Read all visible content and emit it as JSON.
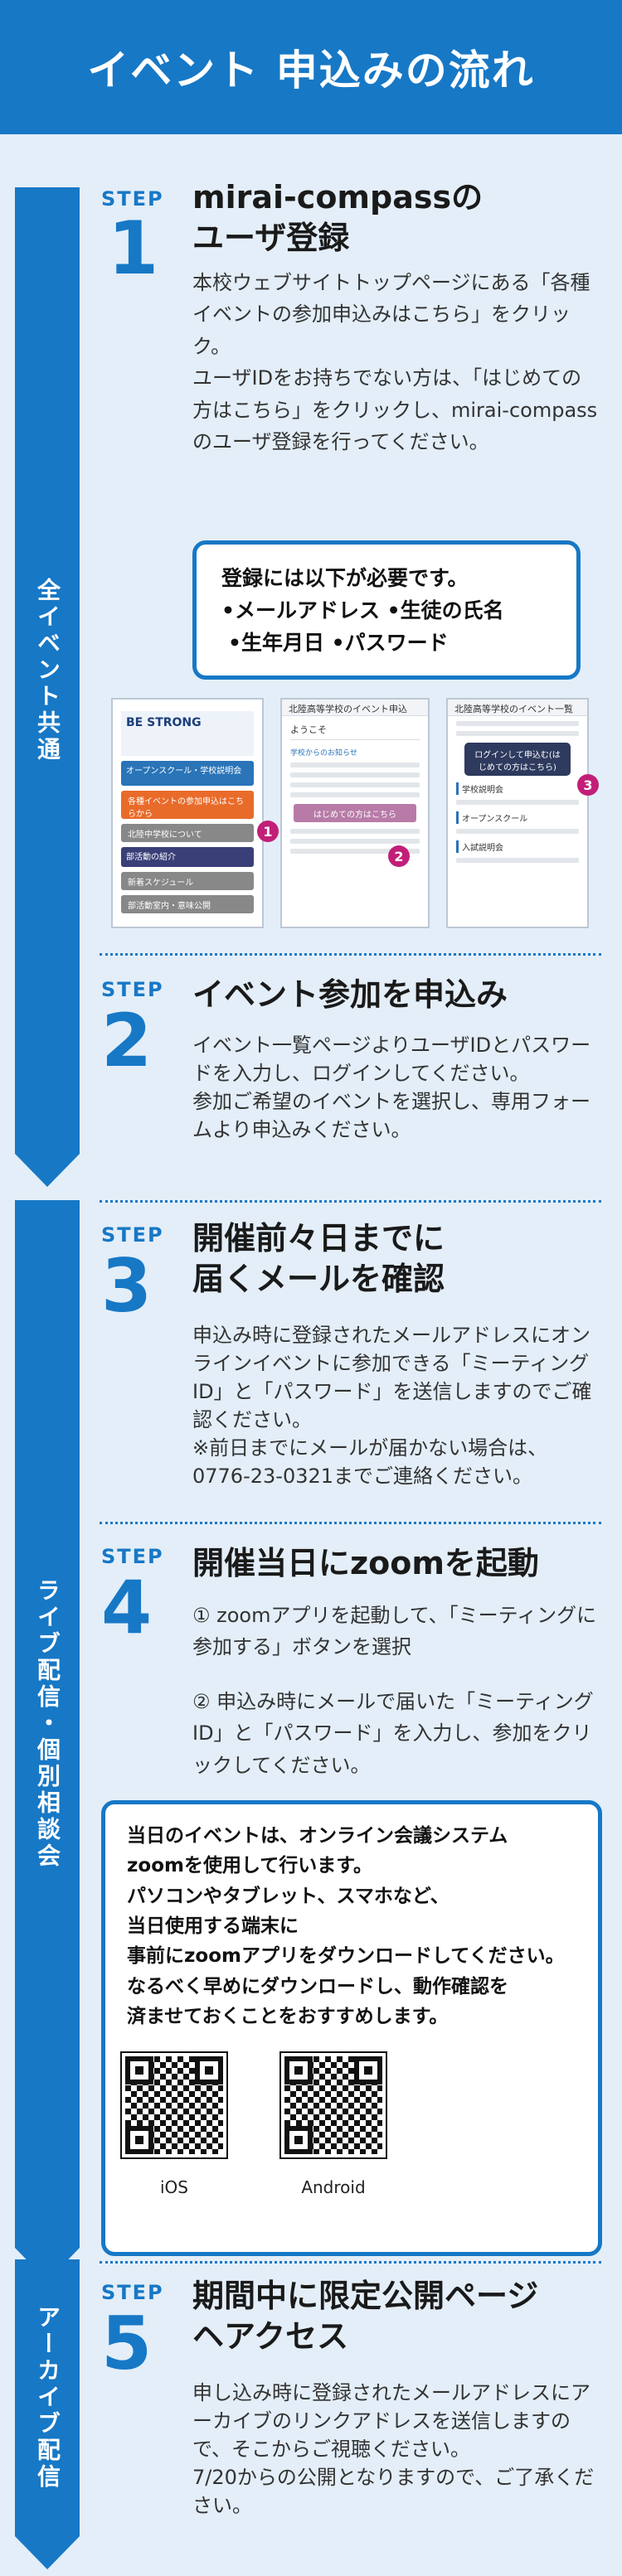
{
  "header": {
    "title": "イベント 申込みの流れ"
  },
  "bands": [
    {
      "label": "全イベント共通"
    },
    {
      "label": "ライブ配信・個別相談会"
    },
    {
      "label": "アーカイブ配信"
    }
  ],
  "steps": [
    {
      "tag": "STEP",
      "num": "1",
      "title": "mirai-compassの\nユーザ登録",
      "body": "本校ウェブサイトトップページにある「各種イベントの参加申込みはこちら」をクリック。\nユーザIDをお持ちでない方は、「はじめての方はこちら」をクリックし、mirai-compassのユーザ登録を行ってください。"
    },
    {
      "tag": "STEP",
      "num": "2",
      "title": "イベント参加を申込み",
      "body": "イベント一覧ページよりユーザIDとパスワードを入力し、ログインしてください。\n参加ご希望のイベントを選択し、専用フォームより申込みください。"
    },
    {
      "tag": "STEP",
      "num": "3",
      "title": "開催前々日までに\n届くメールを確認",
      "body": "申込み時に登録されたメールアドレスにオンラインイベントに参加できる「ミーティングID」と「パスワード」を送信しますのでご確認ください。\n※前日までにメールが届かない場合は、0776-23-0321までご連絡ください。"
    },
    {
      "tag": "STEP",
      "num": "4",
      "title": "開催当日にzoomを起動",
      "body1": "① zoomアプリを起動して、「ミーティングに参加する」ボタンを選択",
      "body2": "② 申込み時にメールで届いた「ミーティングID」と「パスワード」を入力し、参加をクリックしてください。"
    },
    {
      "tag": "STEP",
      "num": "5",
      "title": "期間中に限定公開ページ\nヘアクセス",
      "body": "申し込み時に登録されたメールアドレスにアーカイブのリンクアドレスを送信しますので、そこからご視聴ください。\n7/20からの公開となりますので、ご了承ください。"
    }
  ],
  "requirements": {
    "heading": "登録には以下が必要です。",
    "line1": "•メールアドレス •生徒の氏名",
    "line2": "•生年月日 •パスワード"
  },
  "screenshots": {
    "shot1": {
      "logo": "BE STRONG",
      "btn1": "オープンスクール・学校説明会",
      "btn2": "各種イベントの参加申込はこちらから",
      "btn3": "北陸中学校について",
      "btn4": "部活動の紹介",
      "btn5": "新着スケジュール",
      "btn6": "部活動室内・意味公開"
    },
    "shot2": {
      "title": "北陸高等学校のイベント申込",
      "welcome": "ようこそ",
      "notice": "学校からのお知らせ",
      "button": "はじめての方はこちら"
    },
    "shot3": {
      "title": "北陸高等学校のイベント一覧",
      "button": "ログインして申込む(はじめての方はこちら)",
      "s1": "学校説明会",
      "s2": "オープンスクール",
      "s3": "入試説明会"
    },
    "markers": [
      "1",
      "2",
      "3"
    ]
  },
  "zoom_box": {
    "lines": [
      "当日のイベントは、オンライン会議システム",
      "zoomを使用して行います。",
      "パソコンやタブレット、スマホなど、",
      "当日使用する端末に",
      "事前にzoomアプリをダウンロードしてください。",
      "なるべく早めにダウンロードし、動作確認を",
      "済ませておくことをおすすめします。"
    ],
    "qr_ios": "iOS",
    "qr_android": "Android"
  }
}
